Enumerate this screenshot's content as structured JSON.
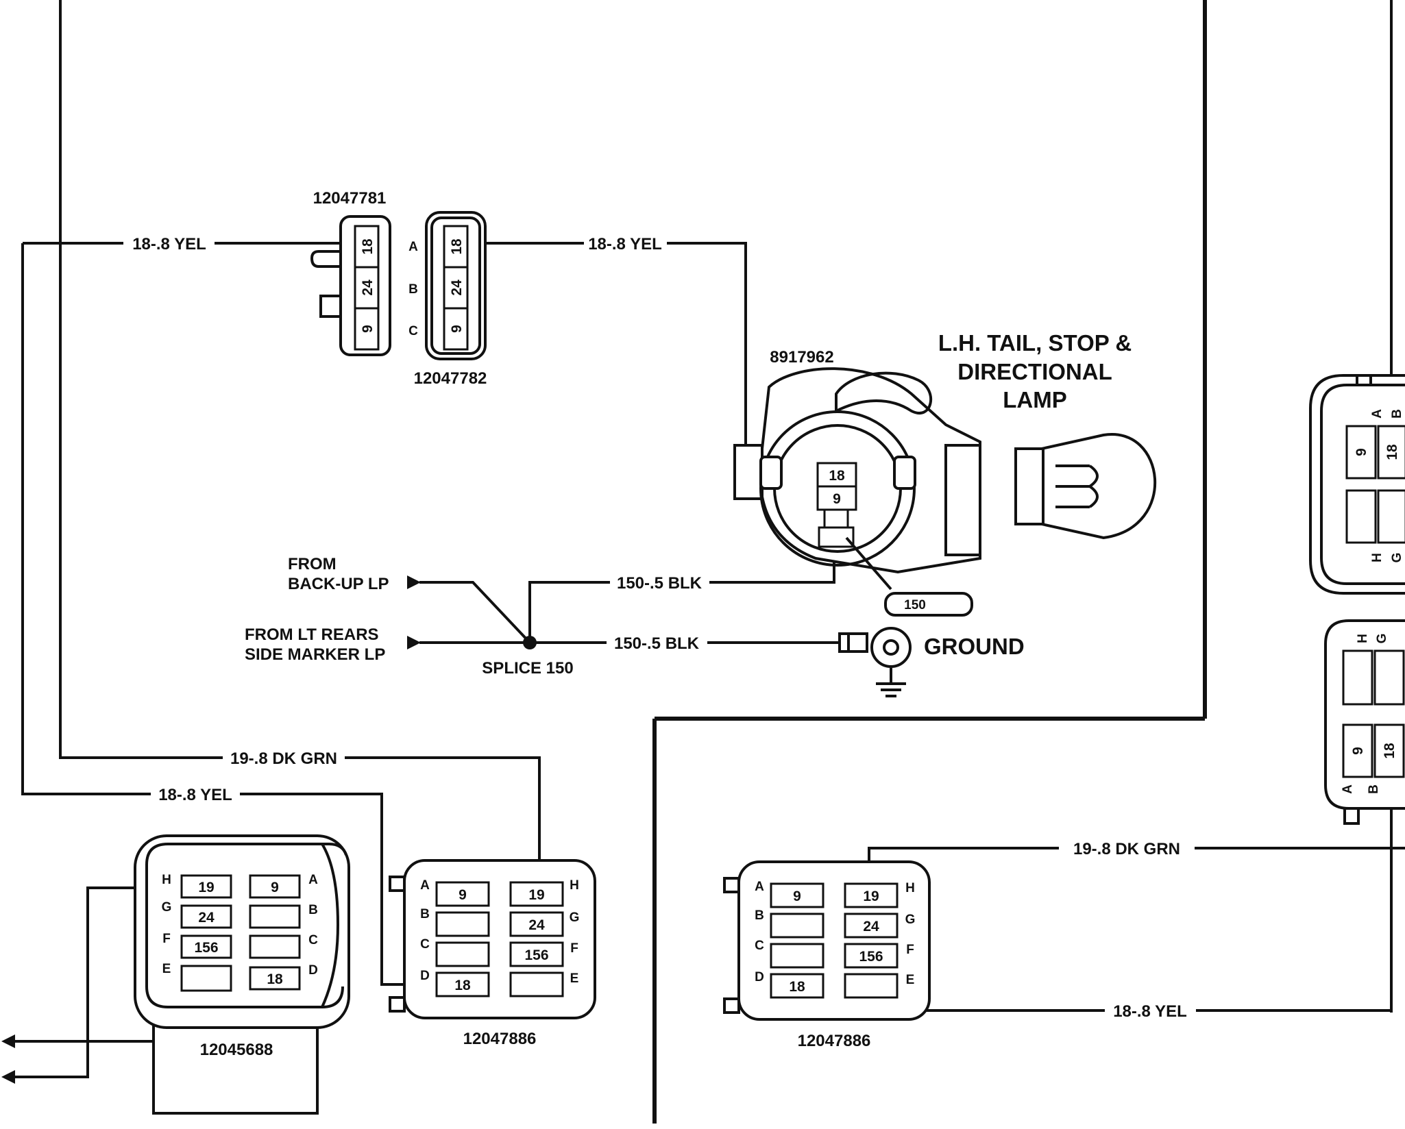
{
  "labels": {
    "wire_18_yel": "18-.8 YEL",
    "wire_19_dkgrn": "19-.8 DK GRN",
    "wire_150_blk": "150-.5 BLK",
    "from_backup_1": "FROM",
    "from_backup_2": "BACK-UP LP",
    "from_lt_rears_1": "FROM LT REARS",
    "from_lt_rears_2": "SIDE MARKER LP",
    "splice": "SPLICE 150",
    "ground": "GROUND",
    "lamp_title_1": "L.H. TAIL, STOP &",
    "lamp_title_2": "DIRECTIONAL",
    "lamp_title_3": "LAMP",
    "lamp_part": "8917962",
    "lamp_tag": "150"
  },
  "connectors": {
    "c12047781": {
      "part": "12047781",
      "cells": [
        "18",
        "24",
        "9"
      ]
    },
    "c12047782": {
      "part": "12047782",
      "pins": [
        "A",
        "B",
        "C"
      ],
      "cells": [
        "18",
        "24",
        "9"
      ]
    },
    "c12045688": {
      "part": "12045688",
      "left_pins": [
        "H",
        "G",
        "F",
        "E"
      ],
      "left_cells": [
        "19",
        "24",
        "156",
        ""
      ],
      "right_pins": [
        "A",
        "B",
        "C",
        "D"
      ],
      "right_cells": [
        "9",
        "",
        "",
        "18"
      ]
    },
    "c12047886": {
      "part": "12047886",
      "left_pins": [
        "A",
        "B",
        "C",
        "D"
      ],
      "left_cells": [
        "9",
        "",
        "",
        "18"
      ],
      "right_pins": [
        "H",
        "G",
        "F",
        "E"
      ],
      "right_cells": [
        "19",
        "24",
        "156",
        ""
      ]
    },
    "lamp_cells": [
      "18",
      "9"
    ],
    "right_upper": {
      "pins": [
        "A",
        "B",
        "H",
        "G"
      ],
      "cells": [
        "9",
        "18"
      ]
    },
    "right_lower": {
      "pins": [
        "H",
        "G",
        "A",
        "B"
      ],
      "cells": [
        "9",
        "18"
      ]
    }
  }
}
